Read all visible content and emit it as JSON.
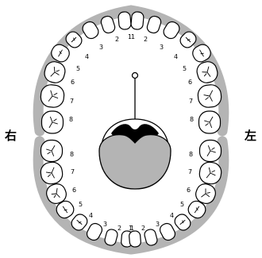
{
  "side_labels": {
    "right": "右",
    "left": "左"
  },
  "colors": {
    "gum": "#b4b4b4",
    "tooth_fill": "#ffffff",
    "tooth_stroke": "#000000",
    "tongue": "#b4b4b4",
    "throat": "#000000"
  },
  "upper_arch": {
    "right": [
      "1",
      "2",
      "3",
      "4",
      "5",
      "6",
      "7",
      "8"
    ],
    "left": [
      "1",
      "2",
      "3",
      "4",
      "5",
      "6",
      "7",
      "8"
    ]
  },
  "lower_arch": {
    "right": [
      "1",
      "2",
      "3",
      "4",
      "5",
      "6",
      "7",
      "8"
    ],
    "left": [
      "1",
      "2",
      "3",
      "4",
      "5",
      "6",
      "7",
      "8"
    ]
  }
}
